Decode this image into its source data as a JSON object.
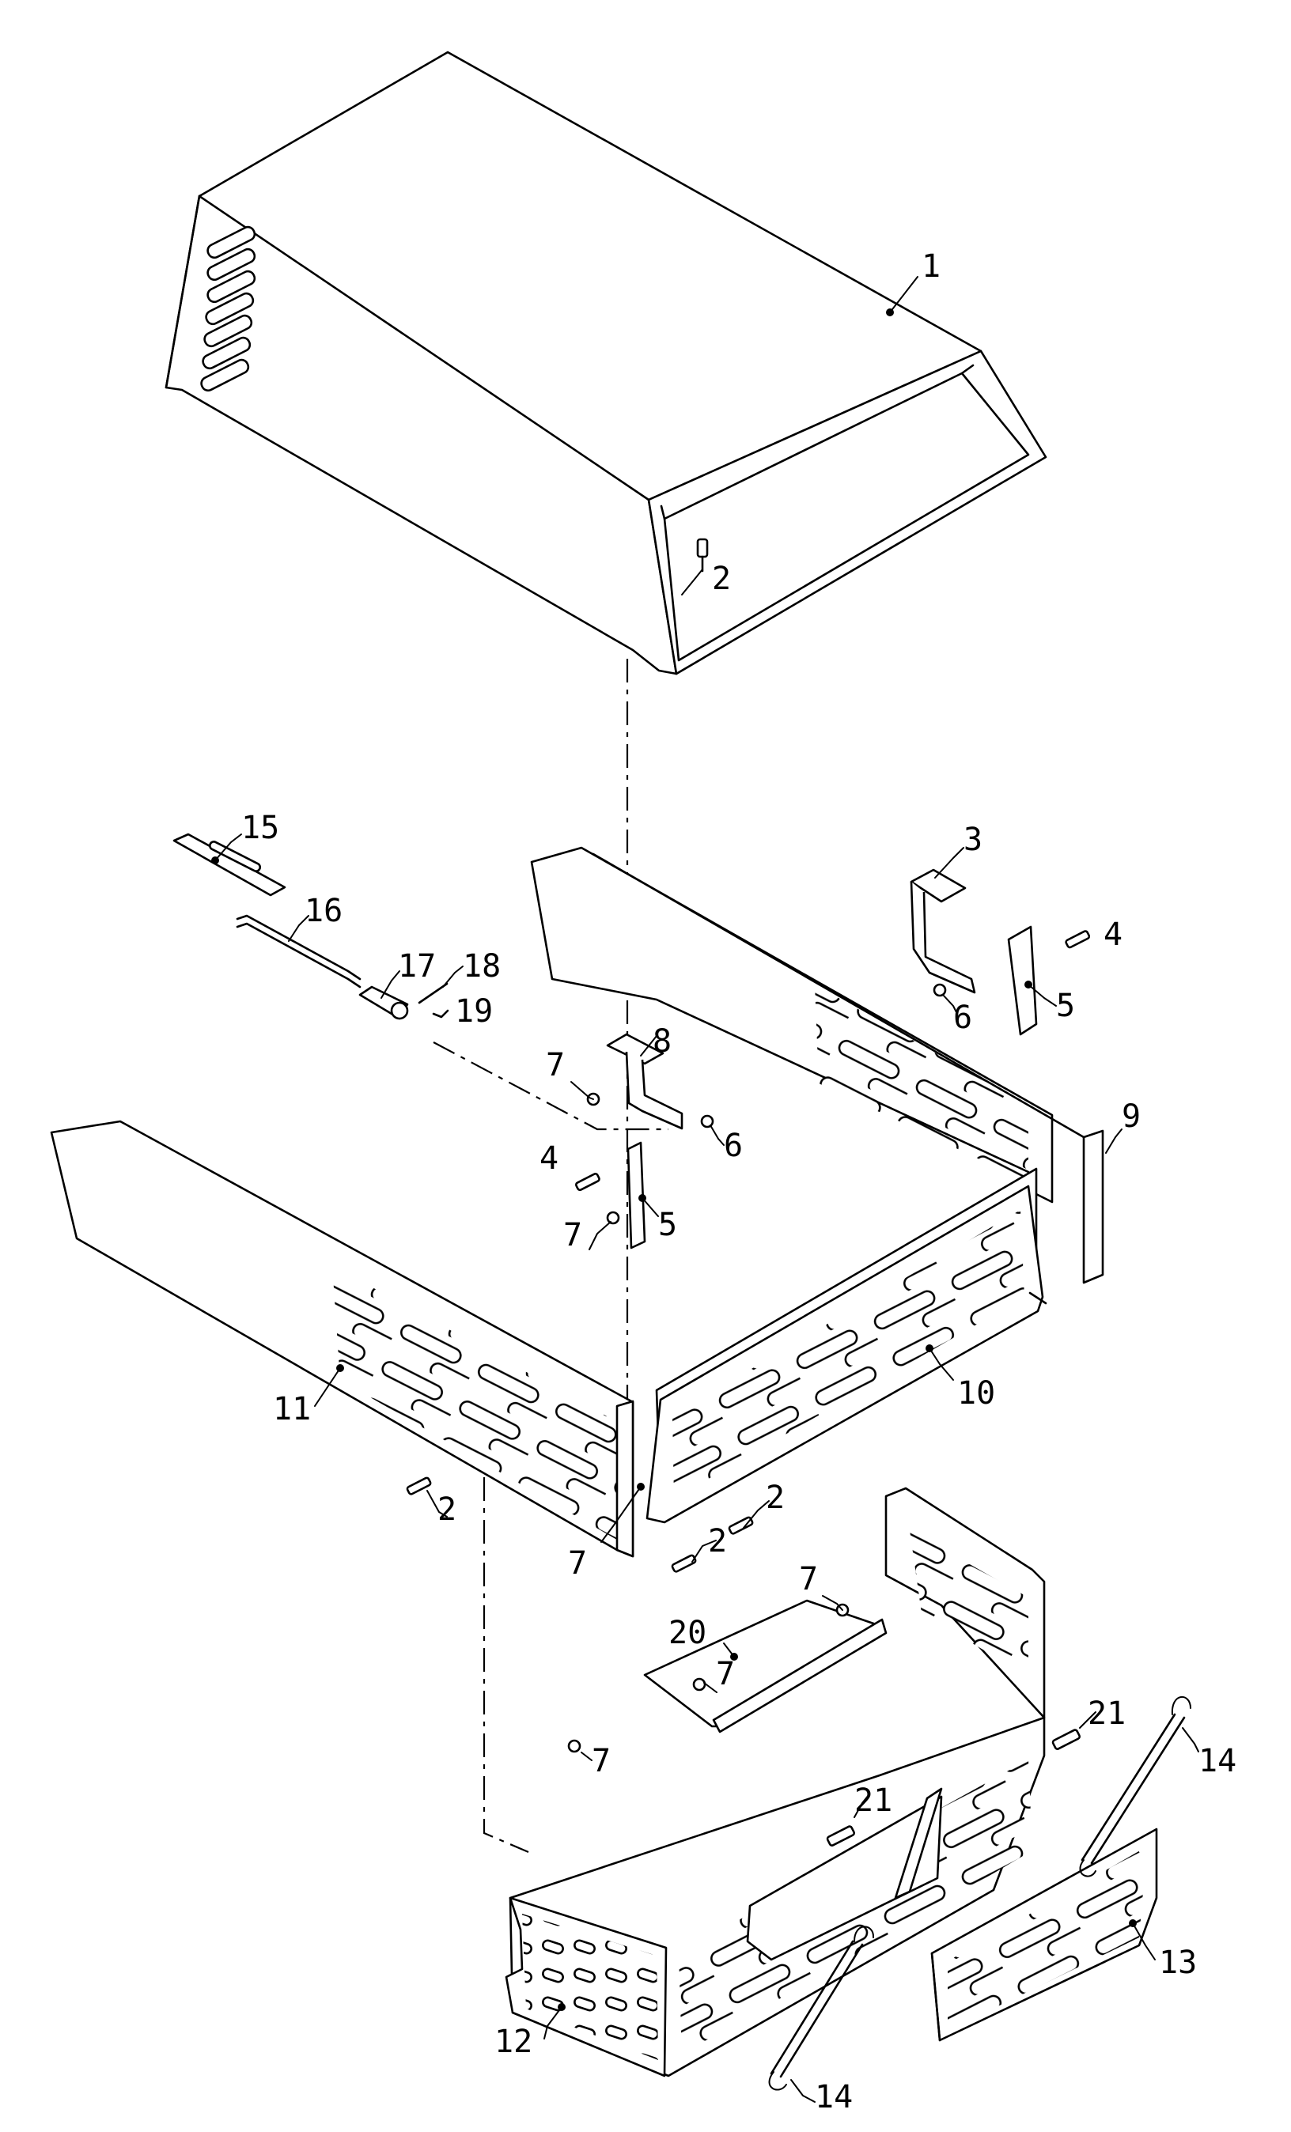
{
  "callouts": [
    {
      "id": "c1",
      "label": "1"
    },
    {
      "id": "c2a",
      "label": "2"
    },
    {
      "id": "c2b",
      "label": "2"
    },
    {
      "id": "c2c",
      "label": "2"
    },
    {
      "id": "c2d",
      "label": "2"
    },
    {
      "id": "c3",
      "label": "3"
    },
    {
      "id": "c4a",
      "label": "4"
    },
    {
      "id": "c4b",
      "label": "4"
    },
    {
      "id": "c5a",
      "label": "5"
    },
    {
      "id": "c5b",
      "label": "5"
    },
    {
      "id": "c6a",
      "label": "6"
    },
    {
      "id": "c6b",
      "label": "6"
    },
    {
      "id": "c7a",
      "label": "7"
    },
    {
      "id": "c7b",
      "label": "7"
    },
    {
      "id": "c7c",
      "label": "7"
    },
    {
      "id": "c7d",
      "label": "7"
    },
    {
      "id": "c7e",
      "label": "7"
    },
    {
      "id": "c7f",
      "label": "7"
    },
    {
      "id": "c8",
      "label": "8"
    },
    {
      "id": "c9",
      "label": "9"
    },
    {
      "id": "c10",
      "label": "10"
    },
    {
      "id": "c11",
      "label": "11"
    },
    {
      "id": "c12",
      "label": "12"
    },
    {
      "id": "c13",
      "label": "13"
    },
    {
      "id": "c14a",
      "label": "14"
    },
    {
      "id": "c14b",
      "label": "14"
    },
    {
      "id": "c15",
      "label": "15"
    },
    {
      "id": "c16",
      "label": "16"
    },
    {
      "id": "c17",
      "label": "17"
    },
    {
      "id": "c18",
      "label": "18"
    },
    {
      "id": "c19",
      "label": "19"
    },
    {
      "id": "c20",
      "label": "20"
    },
    {
      "id": "c21a",
      "label": "21"
    },
    {
      "id": "c21b",
      "label": "21"
    }
  ]
}
